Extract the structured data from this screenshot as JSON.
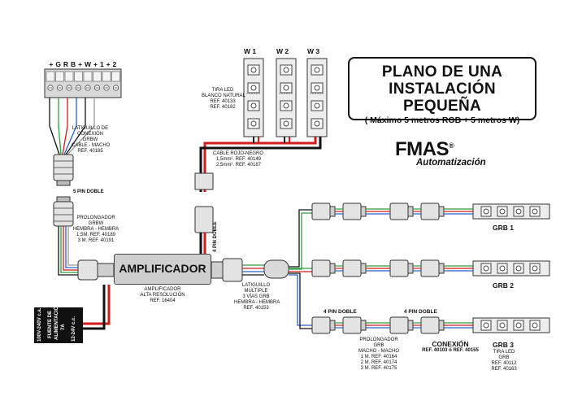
{
  "title": {
    "line1": "PLANO DE UNA",
    "line2": "INSTALACIÓN PEQUEÑA",
    "line3": "( Máximo 5 metros RGB + 5 metros W)"
  },
  "brand": {
    "name": "FMAS",
    "registered": "®",
    "subtitle": "Automatización"
  },
  "terminal": {
    "pins": "+ G R B + W + 1 + 2"
  },
  "latiguillo_conexion": {
    "l1": "LATIGUILLO DE",
    "l2": "CONEXIÓN",
    "l3": "GRBW",
    "l4": "CABLE - MACHO",
    "l5": "REF. 40185"
  },
  "pin5_doble": "5 PIN DOBLE",
  "prolongador_grbw": {
    "l1": "PROLONGADOR",
    "l2": "GRBW",
    "l3": "HEMBRA - HEMBRA",
    "l4": "1,5M. REF. 40189",
    "l5": "3 M. REF. 40191"
  },
  "fuente": {
    "l1": "100V-240V c.a.",
    "l2": "FUENTE DE",
    "l3": "ALIMENTACIÓN",
    "l4": "7A",
    "l5": "12-24V c.c."
  },
  "amplificador": {
    "label": "AMPLIFICADOR",
    "d1": "AMPLIFICADOR",
    "d2": "ALTA RESOLUCIÓN",
    "d3": "REF. 16404"
  },
  "pin4_doble_vertical": "4 PIN DOBLE",
  "w_strips": {
    "labels": [
      "W 1",
      "W 2",
      "W 3"
    ],
    "d1": "TIRA LED",
    "d2": "BLANCO NATURAL",
    "d3": "REF. 40133",
    "d4": "REF. 40182"
  },
  "cable_rojo_negro": {
    "l1": "CABLE ROJO-NEGRO",
    "l2": "1,5mm². REF. 40149",
    "l3": "2,5mm². REF. 40187"
  },
  "latiguillo_multiple": {
    "l1": "LATIGUILLO",
    "l2": "MÚLTIPLE",
    "l3": "3 VÍAS GRB",
    "l4": "HEMBRA - HEMBRA",
    "l5": "REF. 40153"
  },
  "grb_labels": [
    "GRB 1",
    "GRB 2",
    "GRB 3"
  ],
  "pin4_doble_a": "4 PIN DOBLE",
  "pin4_doble_b": "4 PIN DOBLE",
  "prolongador_grb": {
    "l1": "PROLONGADOR",
    "l2": "GRB",
    "l3": "MACHO - MACHO",
    "l4": "1 M. REF. 40164",
    "l5": "2 M. REF. 40174",
    "l6": "3 M. REF. 40175"
  },
  "conexion": {
    "l1": "CONEXIÓN",
    "l2": "REF. 40103 ó REF. 40155"
  },
  "tira_grb": {
    "l1": "TIRA LED",
    "l2": "GRB",
    "l3": "REF. 40112",
    "l4": "REF. 40163"
  },
  "colors": {
    "red": "#d21a1a",
    "black": "#111111",
    "green": "#2e9e3c",
    "blue": "#2a5fc9",
    "white": "#ffffff",
    "gray": "#bdbdbd"
  }
}
